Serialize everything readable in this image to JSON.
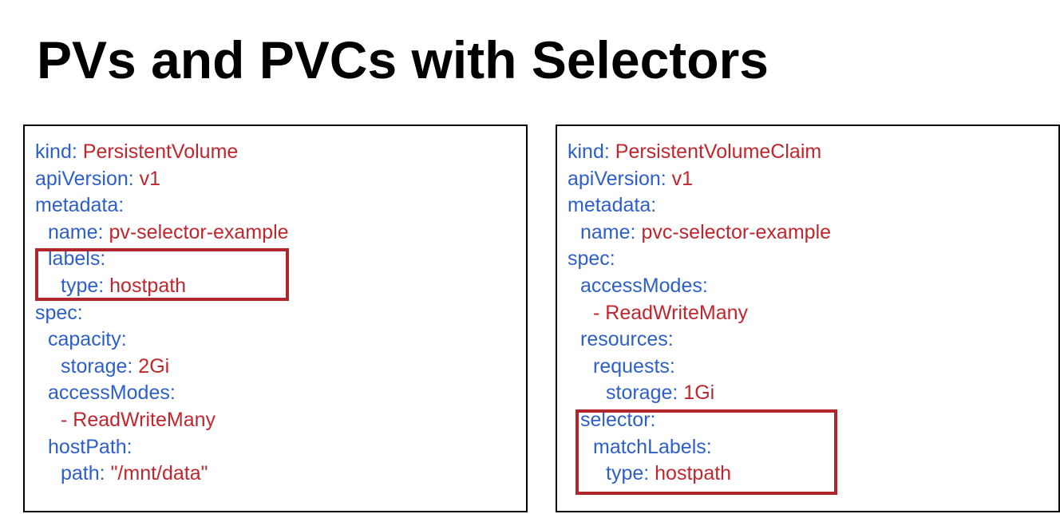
{
  "slide": {
    "title": "PVs and PVCs with Selectors"
  },
  "colors": {
    "key": "#2d5fc8",
    "value": "#c0262d",
    "highlight": "#b1262a"
  },
  "left_panel": {
    "lines": [
      {
        "indent": 0,
        "key": "kind:",
        "value": "PersistentVolume"
      },
      {
        "indent": 0,
        "key": "apiVersion:",
        "value": "v1"
      },
      {
        "indent": 0,
        "key": "metadata:",
        "value": ""
      },
      {
        "indent": 1,
        "key": "name:",
        "value": "pv-selector-example"
      },
      {
        "indent": 1,
        "key": "labels:",
        "value": ""
      },
      {
        "indent": 2,
        "key": "type:",
        "value": "hostpath"
      },
      {
        "indent": 0,
        "key": "spec:",
        "value": ""
      },
      {
        "indent": 1,
        "key": "capacity:",
        "value": ""
      },
      {
        "indent": 2,
        "key": "storage:",
        "value": "2Gi"
      },
      {
        "indent": 1,
        "key": "accessModes:",
        "value": ""
      },
      {
        "indent": 2,
        "key": "",
        "value": "- ReadWriteMany"
      },
      {
        "indent": 1,
        "key": "hostPath:",
        "value": ""
      },
      {
        "indent": 2,
        "key": "path:",
        "value": "\"/mnt/data\""
      }
    ]
  },
  "right_panel": {
    "lines": [
      {
        "indent": 0,
        "key": "kind:",
        "value": "PersistentVolumeClaim"
      },
      {
        "indent": 0,
        "key": "apiVersion:",
        "value": "v1"
      },
      {
        "indent": 0,
        "key": "metadata:",
        "value": ""
      },
      {
        "indent": 1,
        "key": "name:",
        "value": "pvc-selector-example"
      },
      {
        "indent": 0,
        "key": "spec:",
        "value": ""
      },
      {
        "indent": 1,
        "key": "accessModes:",
        "value": ""
      },
      {
        "indent": 2,
        "key": "",
        "value": "- ReadWriteMany"
      },
      {
        "indent": 1,
        "key": "resources:",
        "value": ""
      },
      {
        "indent": 2,
        "key": "requests:",
        "value": ""
      },
      {
        "indent": 3,
        "key": "storage:",
        "value": "1Gi"
      },
      {
        "indent": 1,
        "key": "selector:",
        "value": ""
      },
      {
        "indent": 2,
        "key": "matchLabels:",
        "value": ""
      },
      {
        "indent": 3,
        "key": "type:",
        "value": "hostpath"
      }
    ]
  }
}
